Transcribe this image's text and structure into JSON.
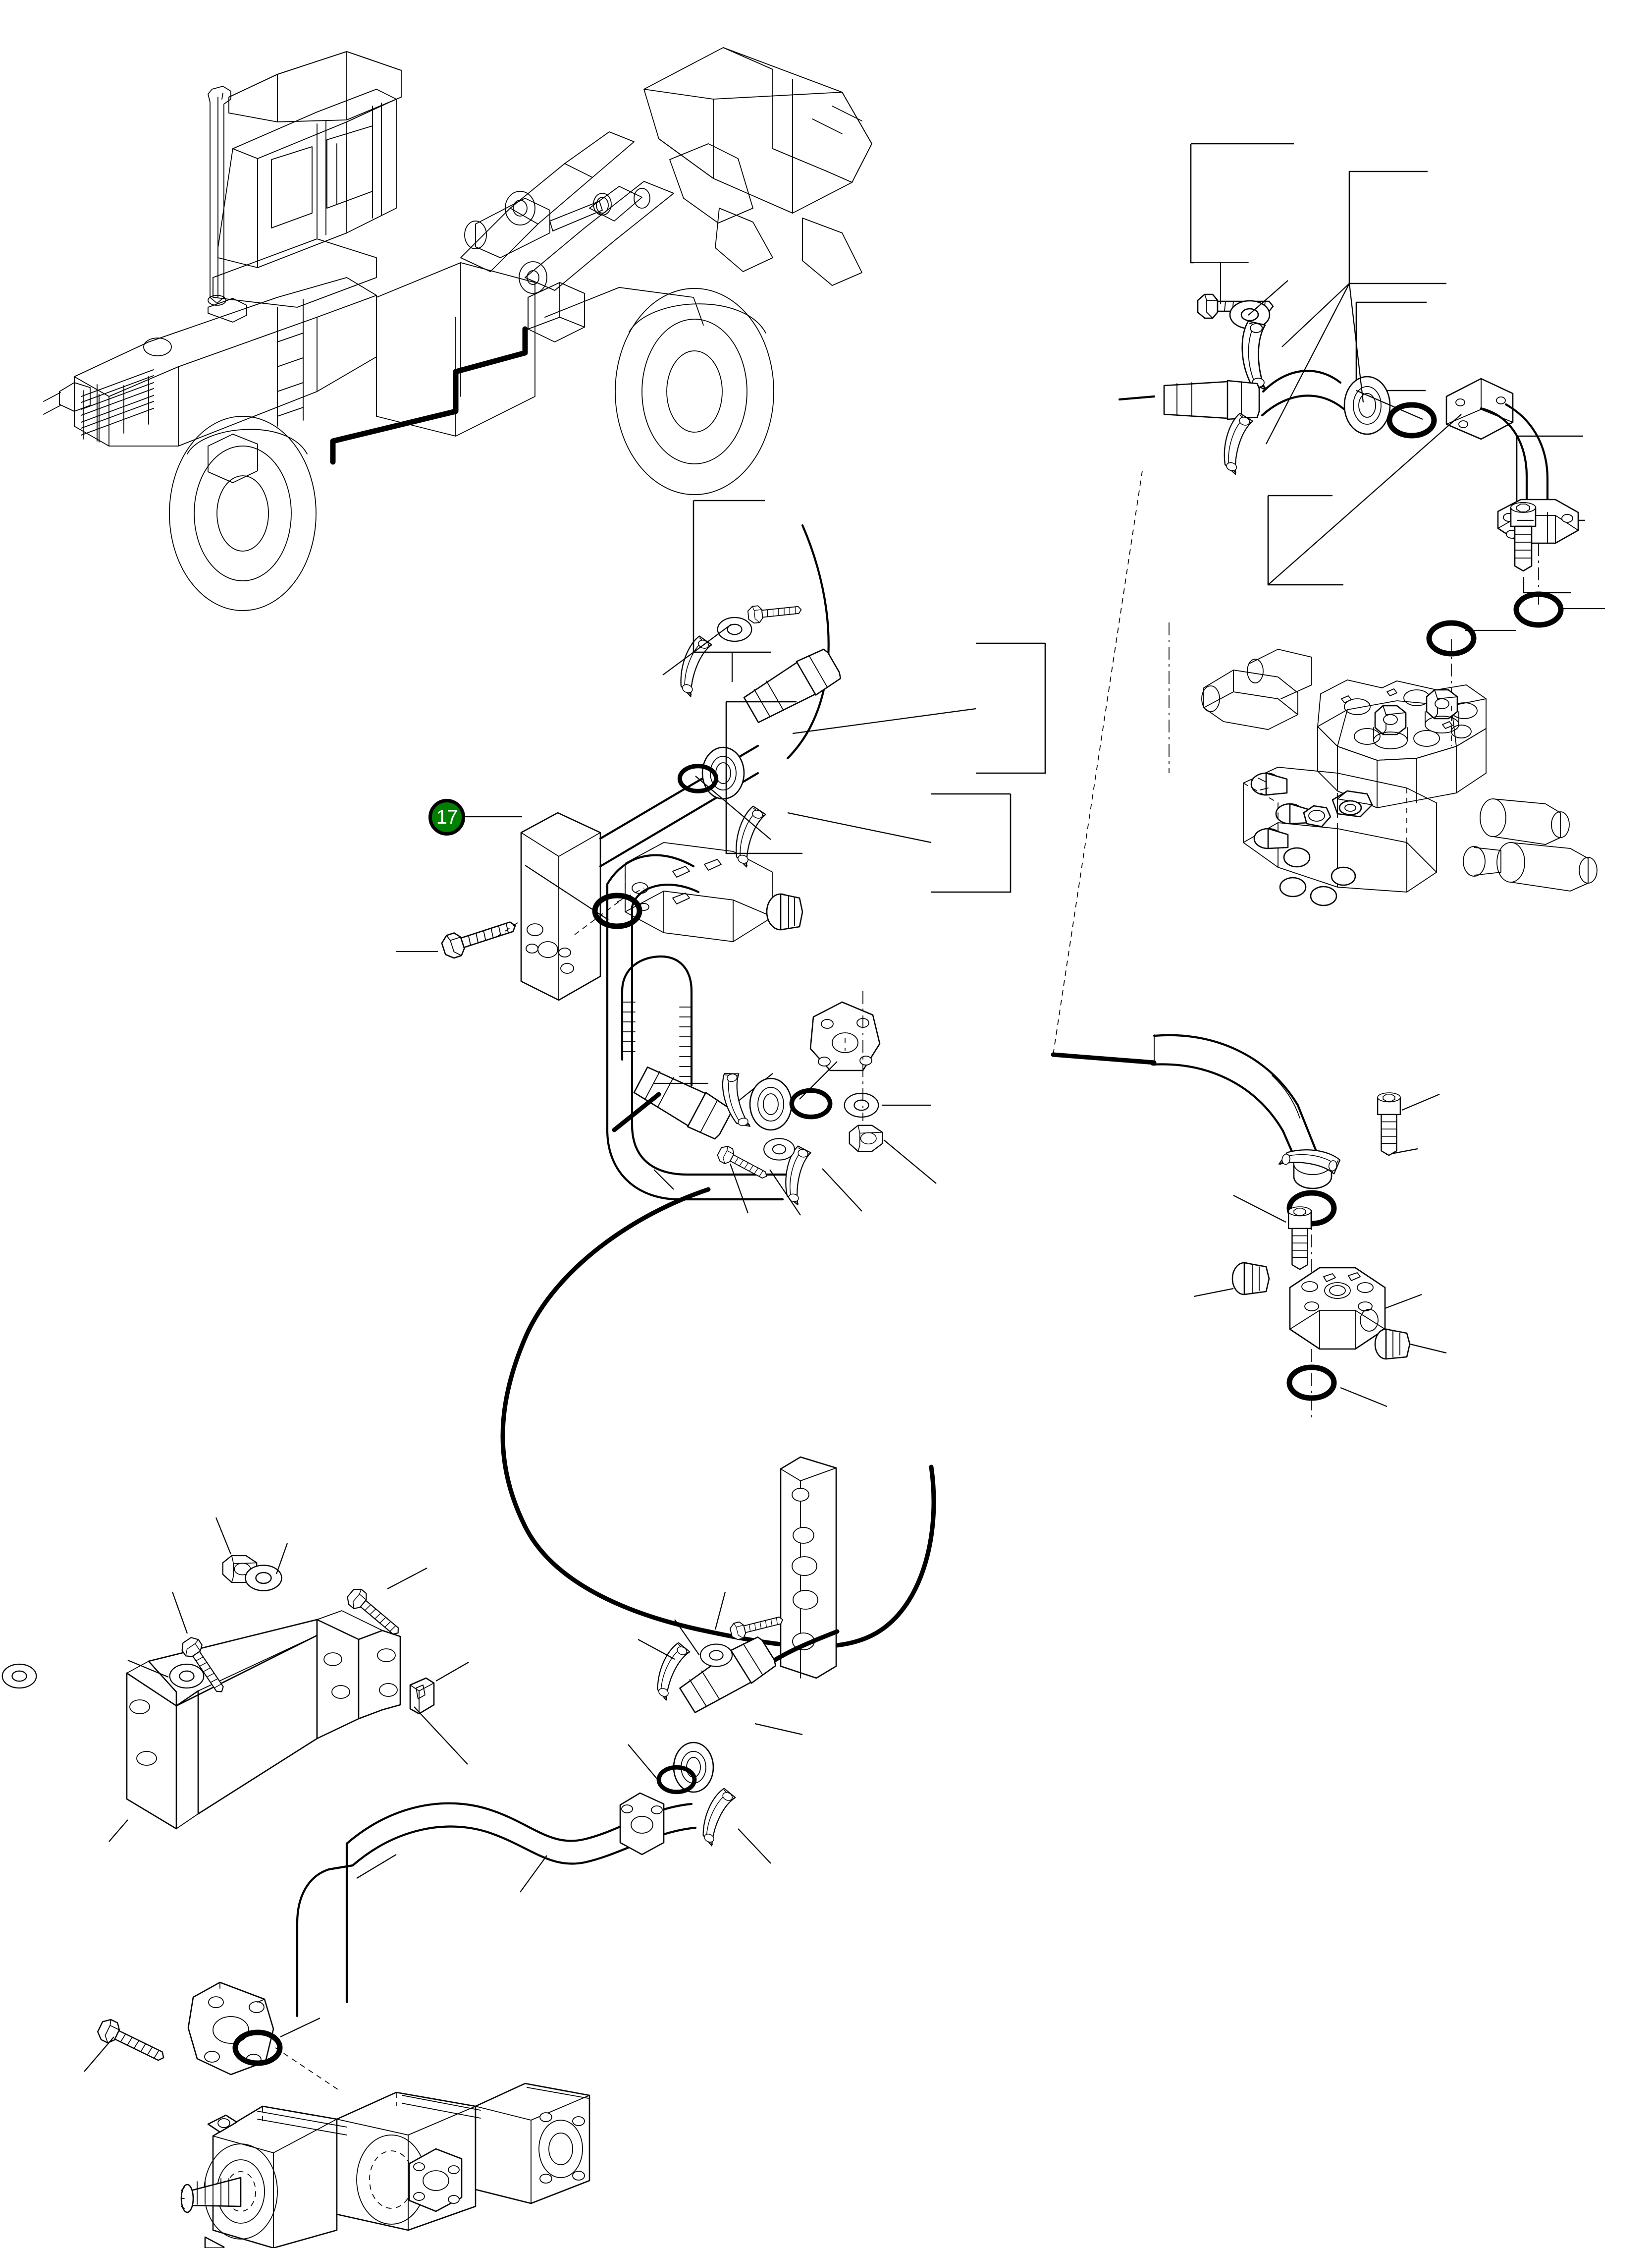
{
  "diagram": {
    "title": "Wheel Loader Hydraulic Piping Assembly",
    "subject": "wheel-loader",
    "view": "isometric-exploded",
    "background_color": "#ffffff",
    "line_color": "#000000",
    "callout": {
      "number": "17",
      "fill_color": "#008000",
      "border_color": "#000000",
      "text_color": "#ffffff",
      "points_to": "manifold-block"
    },
    "machine_illustration": {
      "name": "wheel-loader-overview",
      "highlight_color": "#000000",
      "highlight_note": "bold routed hose path on machine body"
    },
    "components": [
      {
        "name": "manifold-block",
        "type": "block"
      },
      {
        "name": "solenoid-valve-block",
        "type": "valve"
      },
      {
        "name": "main-control-valve",
        "type": "valve"
      },
      {
        "name": "junction-manifold-block",
        "type": "block"
      },
      {
        "name": "hydraulic-gear-pump",
        "type": "pump"
      },
      {
        "name": "mounting-bracket-z",
        "type": "bracket"
      },
      {
        "name": "perforated-strap-bracket",
        "type": "bracket"
      },
      {
        "name": "elbow-tube-flanged",
        "type": "tube"
      },
      {
        "name": "curved-steel-tube",
        "type": "tube"
      },
      {
        "name": "flexible-hose-long",
        "type": "hose"
      },
      {
        "name": "flexible-hose-short",
        "type": "hose"
      },
      {
        "name": "split-flange-clamp-half",
        "type": "clamp"
      },
      {
        "name": "o-ring",
        "type": "seal"
      },
      {
        "name": "hex-head-bolt",
        "type": "fastener"
      },
      {
        "name": "socket-head-cap-screw",
        "type": "fastener"
      },
      {
        "name": "flat-washer",
        "type": "fastener"
      },
      {
        "name": "hex-nut",
        "type": "fastener"
      },
      {
        "name": "u-bolt",
        "type": "fastener"
      },
      {
        "name": "hose-clip",
        "type": "clamp"
      },
      {
        "name": "port-plug",
        "type": "plug"
      },
      {
        "name": "split-flange-plate",
        "type": "flange"
      }
    ]
  }
}
